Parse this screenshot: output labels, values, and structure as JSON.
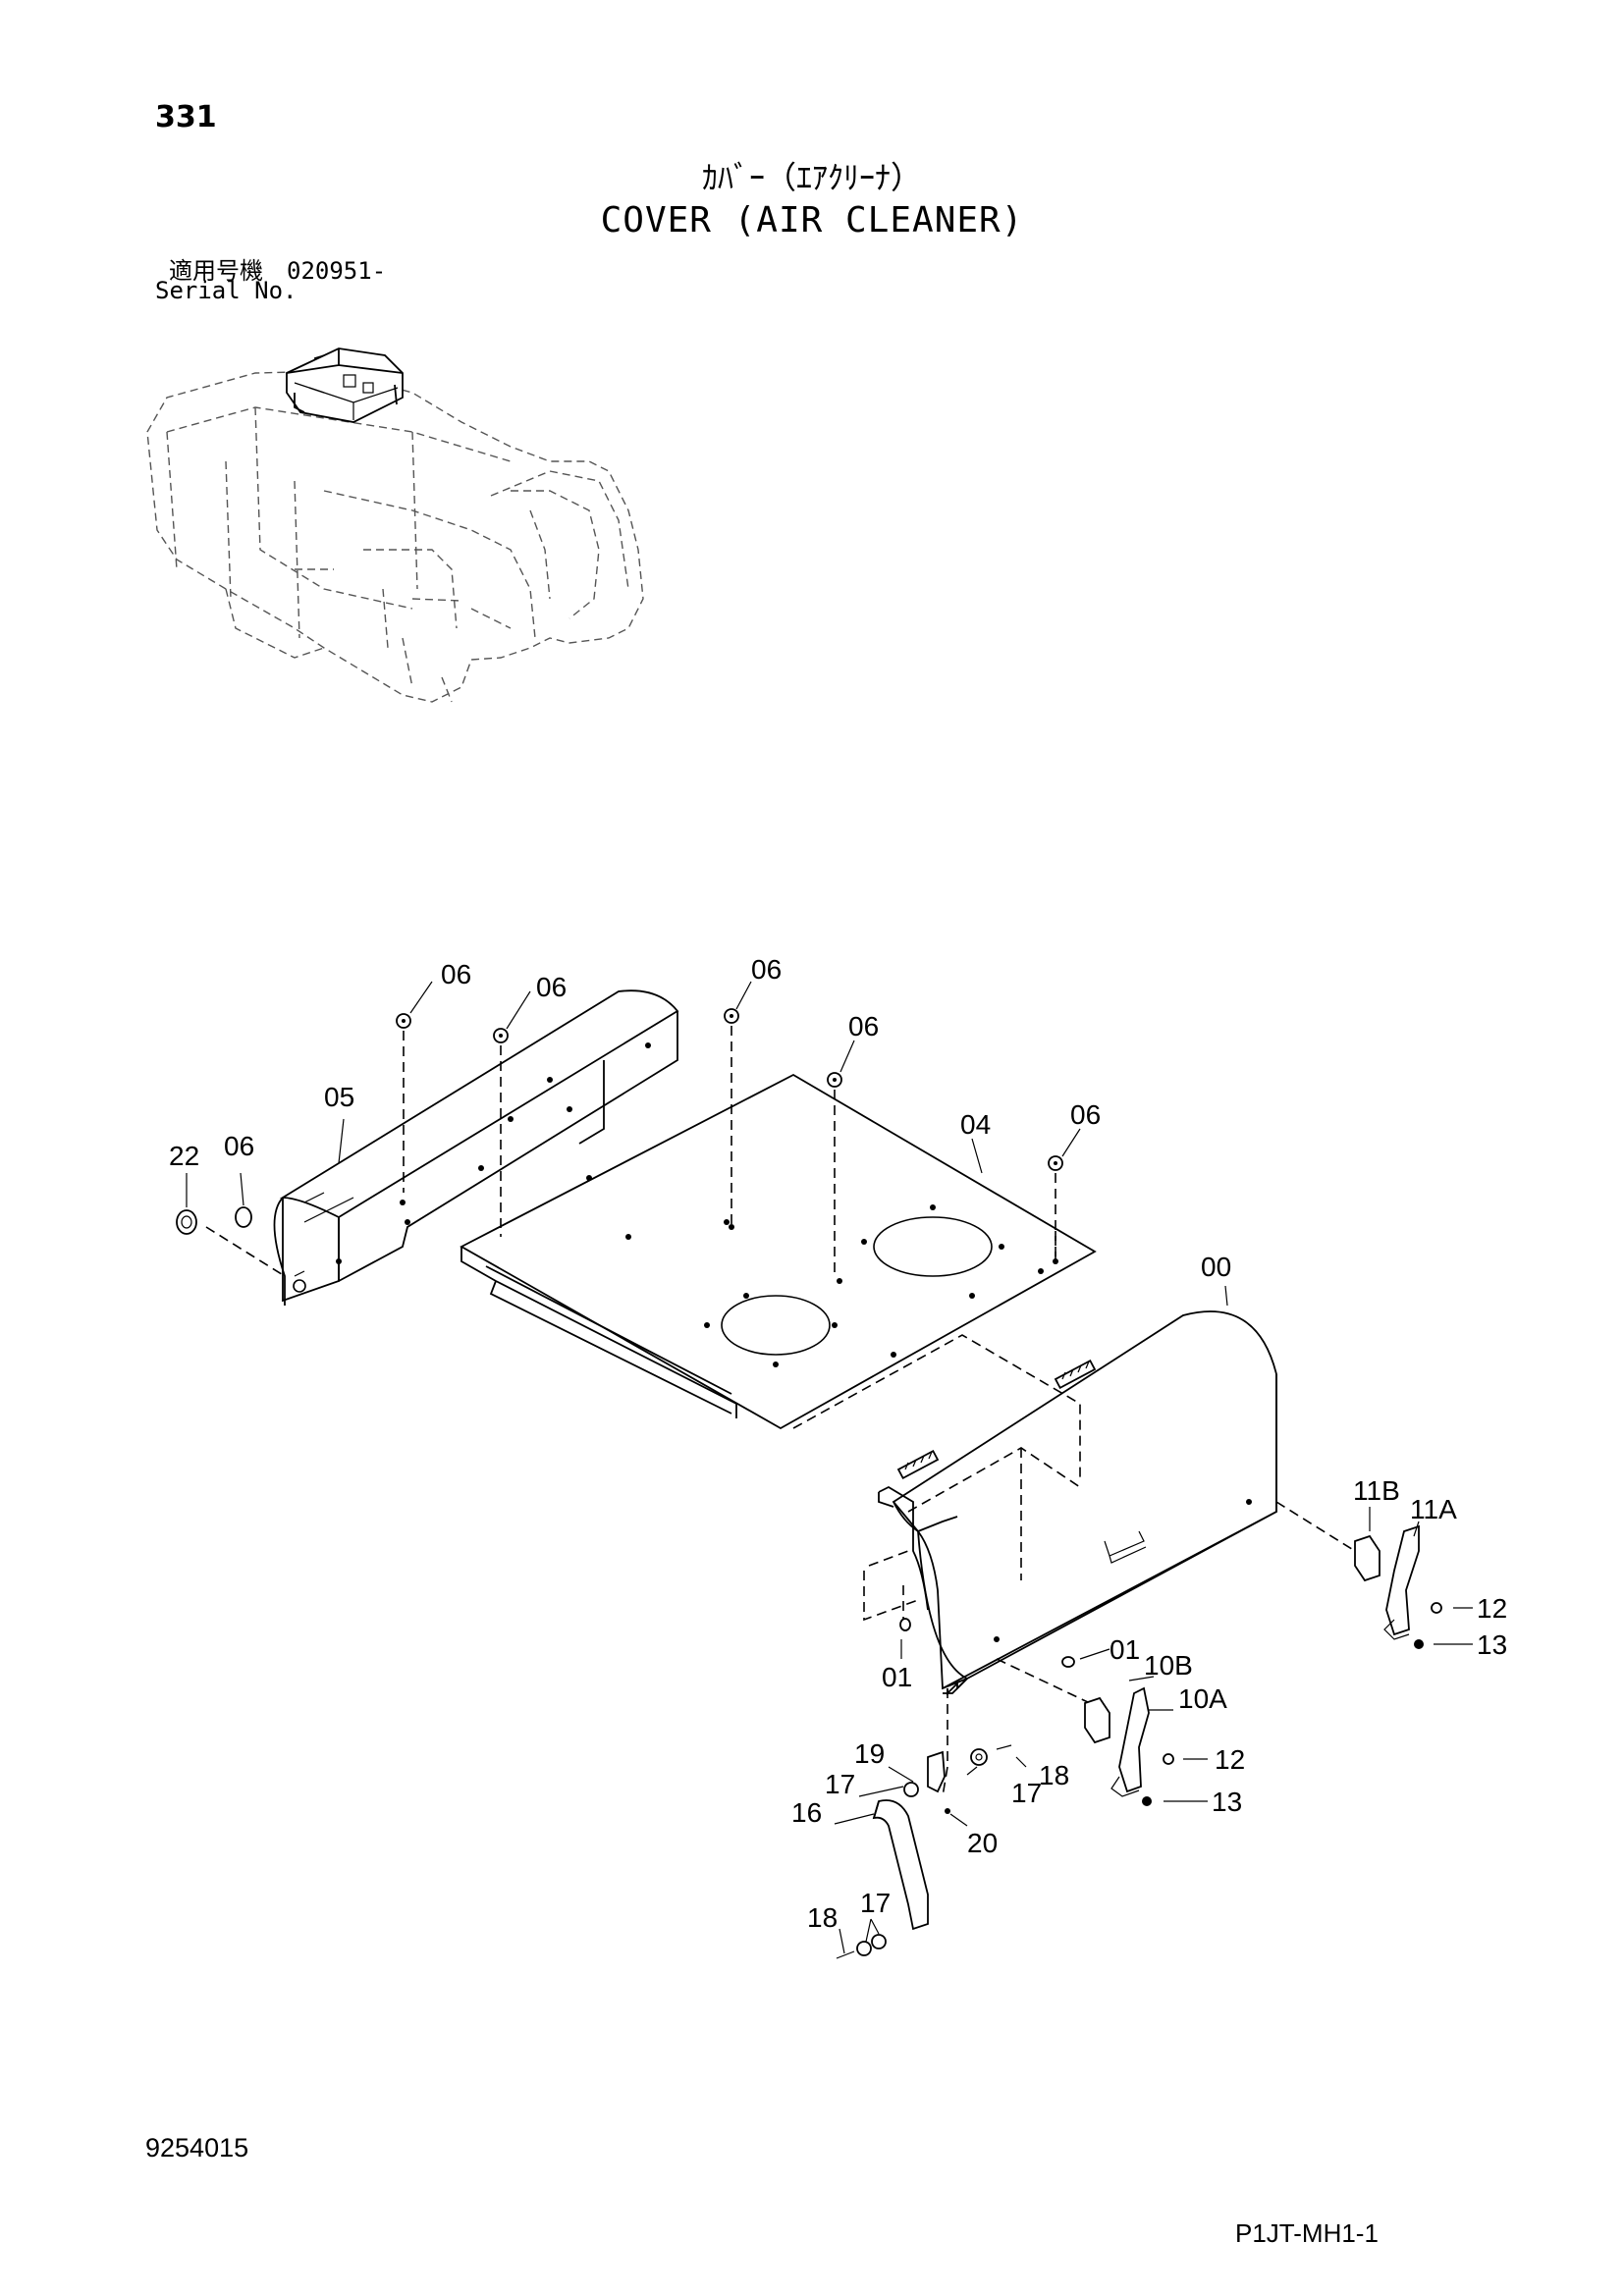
{
  "header": {
    "page_number": "331",
    "title_jp": "ｶﾊﾞｰ（ｴｱｸﾘｰﾅ）",
    "title_en": "COVER (AIR CLEANER)",
    "serial_label_jp": "適用号機　020951-",
    "serial_label_en": "Serial No."
  },
  "diagram": {
    "callouts": {
      "c00": "00",
      "c01a": "01",
      "c01b": "01",
      "c04": "04",
      "c05": "05",
      "c06a": "06",
      "c06b": "06",
      "c06c": "06",
      "c06d": "06",
      "c06e": "06",
      "c06f": "06",
      "c10a": "10A",
      "c10b": "10B",
      "c11a": "11A",
      "c11b": "11B",
      "c12a": "12",
      "c12b": "12",
      "c13a": "13",
      "c13b": "13",
      "c16": "16",
      "c17a": "17",
      "c17b": "17",
      "c17c": "17",
      "c18a": "18",
      "c18b": "18",
      "c19": "19",
      "c20": "20",
      "c22": "22"
    }
  },
  "footer": {
    "doc_number": "9254015",
    "sheet_code": "P1JT-MH1-1"
  }
}
